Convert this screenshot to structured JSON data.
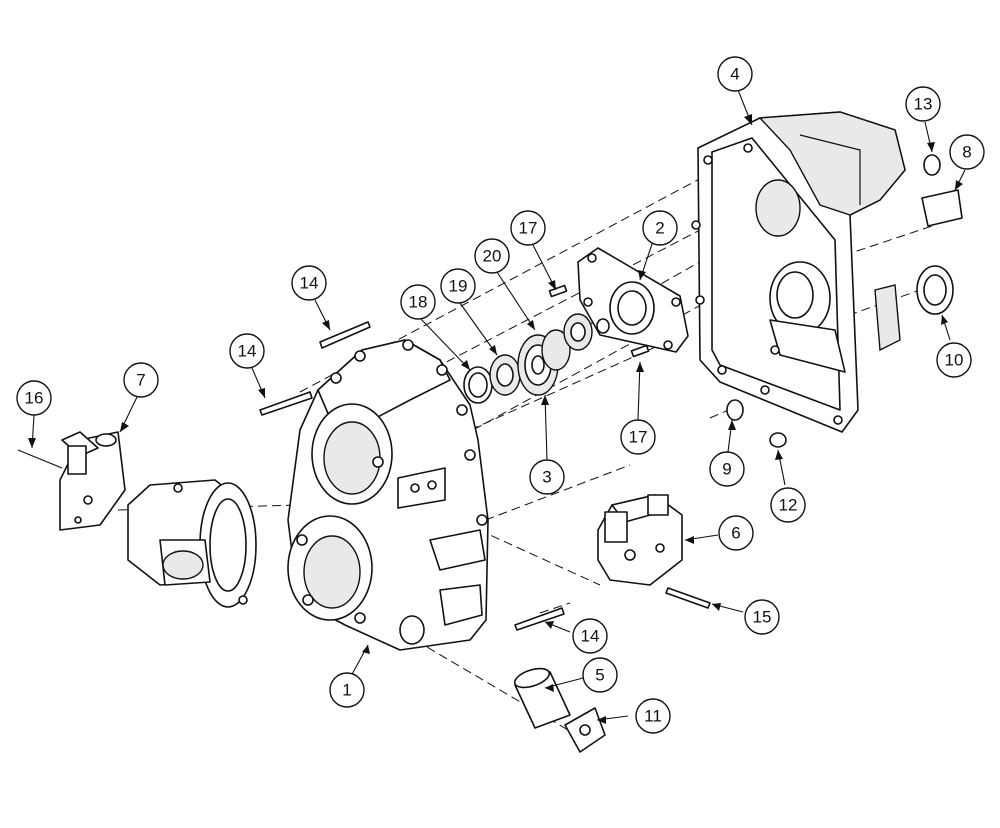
{
  "diagram": {
    "callouts": [
      {
        "id": "c1",
        "label": "1"
      },
      {
        "id": "c2",
        "label": "2"
      },
      {
        "id": "c3",
        "label": "3"
      },
      {
        "id": "c4",
        "label": "4"
      },
      {
        "id": "c5",
        "label": "5"
      },
      {
        "id": "c6",
        "label": "6"
      },
      {
        "id": "c7",
        "label": "7"
      },
      {
        "id": "c8",
        "label": "8"
      },
      {
        "id": "c9",
        "label": "9"
      },
      {
        "id": "c10",
        "label": "10"
      },
      {
        "id": "c11",
        "label": "11"
      },
      {
        "id": "c12",
        "label": "12"
      },
      {
        "id": "c13",
        "label": "13"
      },
      {
        "id": "c14a",
        "label": "14"
      },
      {
        "id": "c14b",
        "label": "14"
      },
      {
        "id": "c14c",
        "label": "14"
      },
      {
        "id": "c15",
        "label": "15"
      },
      {
        "id": "c16",
        "label": "16"
      },
      {
        "id": "c17a",
        "label": "17"
      },
      {
        "id": "c17b",
        "label": "17"
      },
      {
        "id": "c18",
        "label": "18"
      },
      {
        "id": "c19",
        "label": "19"
      },
      {
        "id": "c20",
        "label": "20"
      }
    ]
  }
}
